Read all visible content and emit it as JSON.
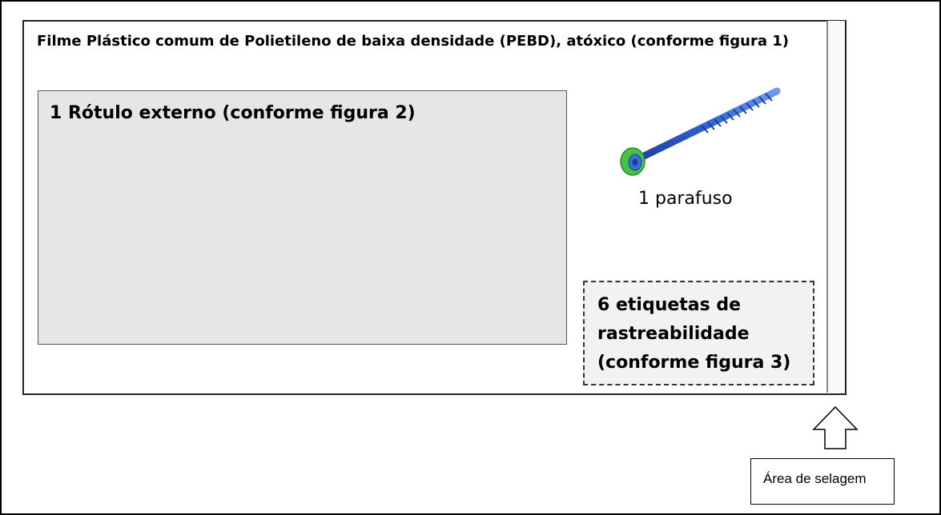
{
  "package": {
    "title": "Filme Plástico comum de Polietileno de baixa densidade (PEBD), atóxico (conforme figura 1)"
  },
  "label_box": {
    "text": "1 Rótulo externo (conforme figura 2)"
  },
  "screw": {
    "icon": "screw-icon",
    "caption": "1 parafuso",
    "shaft_color": "#3b6fd6",
    "head_color": "#4cc94c"
  },
  "trace_box": {
    "lines": [
      "6 etiquetas de",
      "rastreabilidade",
      "(conforme figura 3)"
    ]
  },
  "seal": {
    "arrow_icon": "up-arrow-icon",
    "label": "Área de selagem"
  }
}
